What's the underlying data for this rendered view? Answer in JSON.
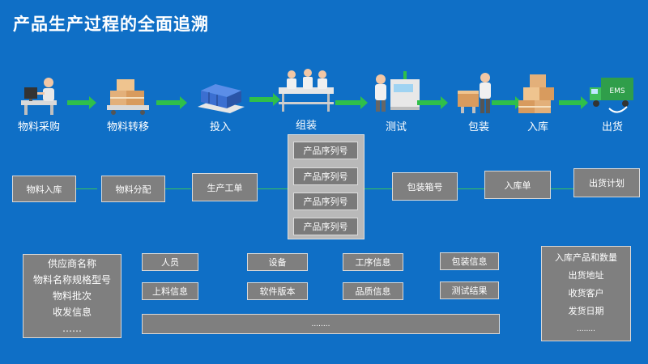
{
  "title": "产品生产过程的全面追溯",
  "stages": [
    {
      "label": "物料采购",
      "icon": "worker-at-computer-icon"
    },
    {
      "label": "物料转移",
      "icon": "boxes-on-cart-icon"
    },
    {
      "label": "投入",
      "icon": "crates-on-pallet-icon"
    },
    {
      "label": "组装",
      "icon": "assembly-line-icon"
    },
    {
      "label": "测试",
      "icon": "test-station-icon"
    },
    {
      "label": "包装",
      "icon": "packing-worker-icon"
    },
    {
      "label": "入库",
      "icon": "stacked-boxes-icon"
    },
    {
      "label": "出货",
      "icon": "ems-truck-icon"
    }
  ],
  "trace_row": {
    "material_inbound": "物料入库",
    "material_distribution": "物料分配",
    "work_order": "生产工单",
    "serials": [
      "产品序列号",
      "产品序列号",
      "产品序列号",
      "产品序列号"
    ],
    "pack_box_no": "包装箱号",
    "inbound_slip": "入库单",
    "shipping_plan": "出货计划"
  },
  "supplier_info": [
    "供应商名称",
    "物料名称规格型号",
    "物料批次",
    "收发信息",
    "……"
  ],
  "info_grid": {
    "personnel": "人员",
    "equipment": "设备",
    "process_info": "工序信息",
    "packing_info": "包装信息",
    "loading_info": "上料信息",
    "software_version": "软件版本",
    "quality_info": "品质信息",
    "test_result": "测试结果",
    "more": "........"
  },
  "shipping_info": [
    "入库产品和数量",
    "出货地址",
    "收货客户",
    "发货日期",
    "........"
  ]
}
